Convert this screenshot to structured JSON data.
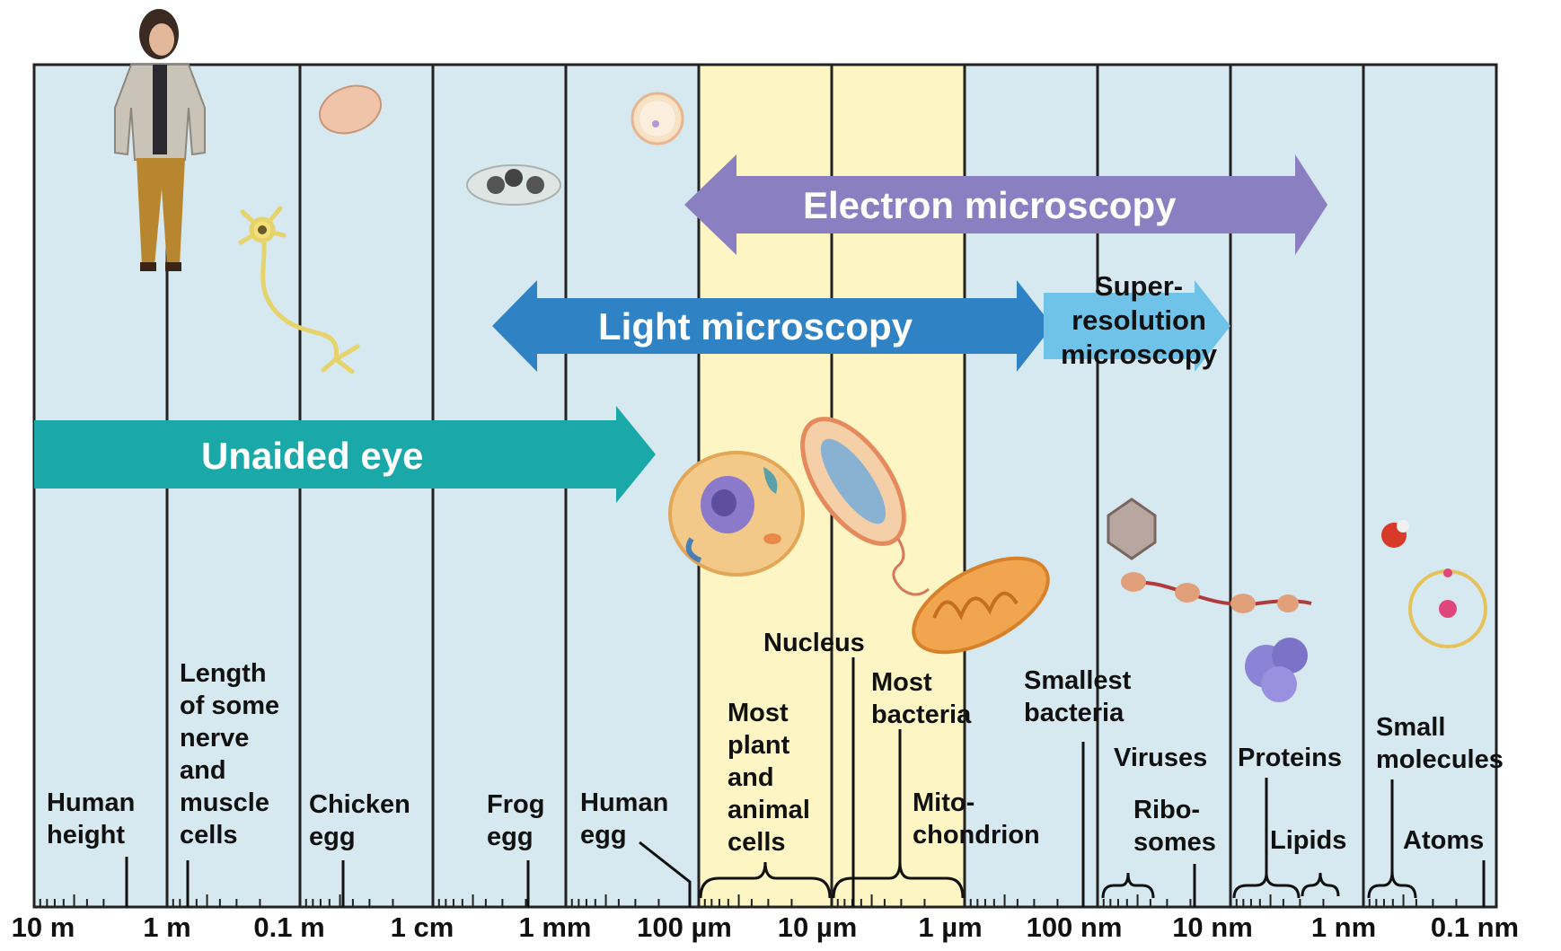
{
  "scale": [
    "10 m",
    "1 m",
    "0.1 m",
    "1 cm",
    "1 mm",
    "100 µm",
    "10 µm",
    "1 µm",
    "100 nm",
    "10 nm",
    "1 nm",
    "0.1 nm"
  ],
  "ranges": {
    "electron": "Electron microscopy",
    "light": "Light microscopy",
    "super": "Super-\nresolution\nmicroscopy",
    "eye": "Unaided eye"
  },
  "labels": {
    "human_height": "Human\nheight",
    "nerve": "Length\nof some\nnerve\nand\nmuscle\ncells",
    "chicken_egg": "Chicken\negg",
    "frog_egg": "Frog\negg",
    "human_egg": "Human\negg",
    "cells": "Most\nplant\nand\nanimal\ncells",
    "nucleus": "Nucleus",
    "bacteria": "Most\nbacteria",
    "mito": "Mito-\nchondrion",
    "small_bacteria": "Smallest\nbacteria",
    "viruses": "Viruses",
    "ribosomes": "Ribo-\nsomes",
    "proteins": "Proteins",
    "lipids": "Lipids",
    "small_molecules": "Small\nmolecules",
    "atoms": "Atoms"
  },
  "colors": {
    "background_panel": "#d6e8f0",
    "highlight": "#fdf6c4",
    "electron_arrow": "#8a7fc0",
    "light_arrow": "#2f82c4",
    "super_arrow": "#6fc3e8",
    "eye_arrow": "#1aa8a8"
  }
}
